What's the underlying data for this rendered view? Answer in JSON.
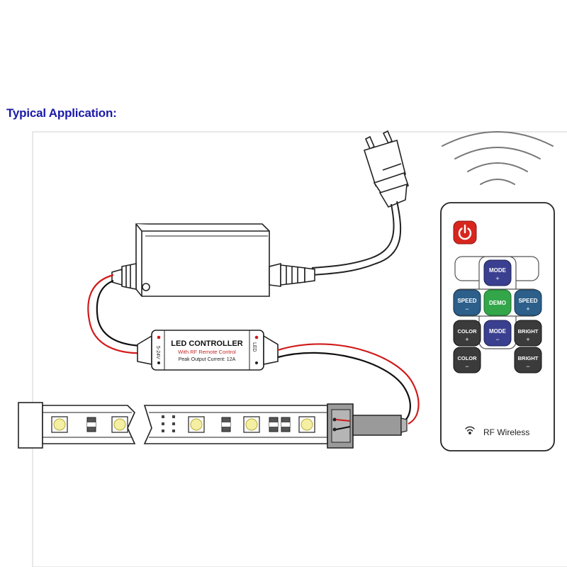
{
  "heading": "Typical Application:",
  "controller": {
    "title": "LED CONTROLLER",
    "subtitle": "With RF Remote Control",
    "spec": "Peak Output Current: 12A",
    "voltage_label": "5-24V",
    "led_label": "LED"
  },
  "remote": {
    "mode_up": {
      "label": "MODE",
      "sign": "+"
    },
    "mode_down": {
      "label": "MODE",
      "sign": "−"
    },
    "speed_left": {
      "label": "SPEED",
      "sign": "−"
    },
    "speed_right": {
      "label": "SPEED",
      "sign": "+"
    },
    "demo": {
      "label": "DEMO"
    },
    "color_up": {
      "label": "COLOR",
      "sign": "+"
    },
    "color_down": {
      "label": "COLOR",
      "sign": "−"
    },
    "bright_up": {
      "label": "BRIGHT",
      "sign": "+"
    },
    "bright_down": {
      "label": "BRIGHT",
      "sign": "−"
    },
    "wireless_label": "RF Wireless"
  },
  "colors": {
    "heading": "#1a1aa8",
    "power_button": "#d8261f",
    "mode_button": "#3a3f8f",
    "speed_button": "#2c5f8a",
    "demo_button": "#33a64a",
    "dark_button": "#3b3b3b",
    "wire_red": "#d11a1a",
    "wire_black": "#111111"
  }
}
